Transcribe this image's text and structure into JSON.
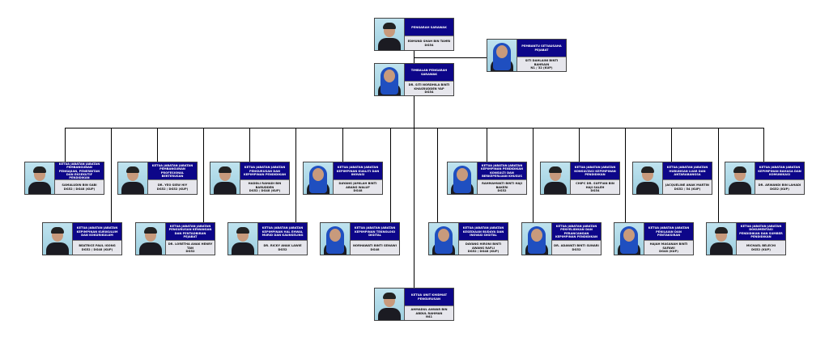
{
  "cards": [
    {
      "id": "pengarah",
      "role": "Pengarah Sarawak",
      "name": "Edmund Shah bin Tamri",
      "grade": "DG54"
    },
    {
      "id": "pembantu-setiausaha",
      "role": "Pembantu Setiausaha Pejabat",
      "name": "Siti Dahlaini binti Bahrain",
      "grade": "N1 / 32 (KUP)"
    },
    {
      "id": "timbalan",
      "role": "Timbalan Pengarah Sarawak",
      "name": "Dr. Siti Nordhila binti Khasrudden Yap",
      "grade": "DG54"
    },
    {
      "id": "r1-1",
      "role": "Ketua Jabatan Jabatan Pembangunan Pengajian, Penerbitan dan Eksekutif Pendidikan",
      "name": "Samaludin bin Sabi",
      "grade": "DG52 / DG48 (KUP)"
    },
    {
      "id": "r1-2",
      "role": "Ketua Jabatan Jabatan Pembangunan Profesional Berterusan",
      "name": "Dr. Yeo Siew Hiy",
      "grade": "DG52 / DG52 (KUP)"
    },
    {
      "id": "r1-3",
      "role": "Ketua Jabatan Jabatan Pengurusan dan Kepimpinan Pendidikan",
      "name": "Haddli Rahadi bin Barudden",
      "grade": "DG52 / DG48 (KUP)"
    },
    {
      "id": "r1-4",
      "role": "Ketua Jabatan Jabatan Kepimpinan Kualiti dan Inovasi",
      "name": "Dayang Jamilah binti Abang Waluf",
      "grade": "DG48"
    },
    {
      "id": "r1-5",
      "role": "Ketua Jabatan Jabatan Kepimpinan Pendidikan Konsulti dan Berkeperluan Khusus",
      "name": "Rahmahwati binti Haji Bakeri",
      "grade": "DG52"
    },
    {
      "id": "r1-6",
      "role": "Ketua Jabatan Jabatan Konsultasi Kepimpinan Pendidikan",
      "name": "ChiPC Dr. Suffian bin Haji Saleh",
      "grade": "DG54"
    },
    {
      "id": "r1-7",
      "role": "Ketua Jabatan Jabatan Hubungan Luar dan Antarabangsa",
      "name": "Jacqueline Anak Martin",
      "grade": "DG52 / 54 (KUP)"
    },
    {
      "id": "r1-8",
      "role": "Ketua Jabatan Jabatan Kepimpinan Bahasa dan Komunikasi",
      "name": "Dr. Arwandi bin Lahadi",
      "grade": "DG52 (KUP)"
    },
    {
      "id": "r2-1",
      "role": "Ketua Jabatan Jabatan Kepimpinan Kurikulum dan Kokurikulum",
      "name": "Beatrice Paul Igong",
      "grade": "DG52 / DG48 (KUP)"
    },
    {
      "id": "r2-2",
      "role": "Ketua Jabatan Jabatan Pengurusan Kewangan dan Pentadbiran Pejabat",
      "name": "Dr. Loretha Anak Henry Tan",
      "grade": "DG52"
    },
    {
      "id": "r2-3",
      "role": "Ketua Jabatan Jabatan Kepimpinan HAL Ehwal Murid dan Kaunseling",
      "name": "Dr. Ricky Anak Lawie",
      "grade": "DG52"
    },
    {
      "id": "r2-4",
      "role": "Ketua Jabatan Jabatan Kepimpinan Teknologi Digital",
      "name": "Norhawati binti Senawi",
      "grade": "DG48"
    },
    {
      "id": "r2-5",
      "role": "Ketua Jabatan Jabatan Kesediaan Budaya dan Inovasi Digital",
      "name": "Dayang Hironi binti Awang Rafli",
      "grade": "DG52 / DG48 (KUP)"
    },
    {
      "id": "r2-6",
      "role": "Ketua Jabatan Jabatan Penyelidikan dan Perancangan Kepimpinan Pendidikan",
      "name": "Dr. Adawati binti Sunari",
      "grade": "DG52"
    },
    {
      "id": "r2-7",
      "role": "Ketua Jabatan Jabatan Penilaian dan Pentaksiran",
      "name": "Hajah Masanah binti Safawi",
      "grade": "DG48 (KUP)"
    },
    {
      "id": "r2-8",
      "role": "Ketua Jabatan Jabatan Dokumentasi Pendidikan dan Sumber Pendidikan",
      "name": "Michael Belechi",
      "grade": "DG52 (KUP)"
    },
    {
      "id": "unit-khidmat",
      "role": "Ketua Unit Khidmat Pengurusan",
      "name": "Ahmadul Anwar bin Abdul Rahman",
      "grade": "N41"
    }
  ]
}
